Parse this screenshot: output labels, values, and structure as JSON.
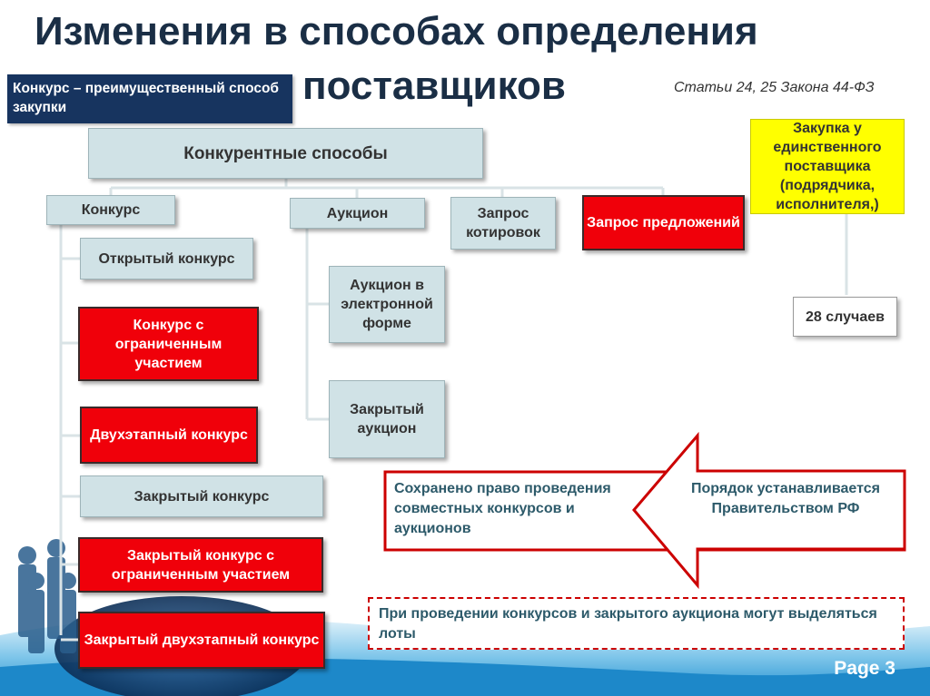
{
  "title": {
    "line1": "Изменения в способах определения",
    "line2": "поставщиков"
  },
  "subtitle": "Конкурс – преимущественный способ закупки",
  "law_reference": "Статьи 24, 25 Закона 44-ФЗ",
  "competitive": {
    "header": "Конкурентные способы",
    "konkurs": {
      "label": "Конкурс",
      "items": [
        "Открытый конкурс",
        "Конкурс с ограниченным участием",
        "Двухэтапный конкурс",
        "Закрытый конкурс",
        "Закрытый конкурс с ограниченным участием",
        "Закрытый двухэтапный конкурс"
      ]
    },
    "auction": {
      "label": "Аукцион",
      "items": [
        "Аукцион в электронной форме",
        "Закрытый аукцион"
      ]
    },
    "quotes": "Запрос котировок",
    "proposals": "Запрос предложений"
  },
  "single_supplier": {
    "label": "Закупка у единственного поставщика (подрядчика, исполнителя,)",
    "cases": "28 случаев"
  },
  "arrow_box": {
    "left_text": "Сохранено право проведения совместных конкурсов и аукционов",
    "right_text": "Порядок устанавливается Правительством РФ"
  },
  "note": "При проведении конкурсов и закрытого аукциона могут выделяться лоты",
  "page_label": "Page 3",
  "colors": {
    "title": "#1a2e45",
    "subtitle_bg": "#17345f",
    "blue_box": "#d0e2e6",
    "red_box": "#f0000a",
    "yellow_box": "#ffff00"
  }
}
